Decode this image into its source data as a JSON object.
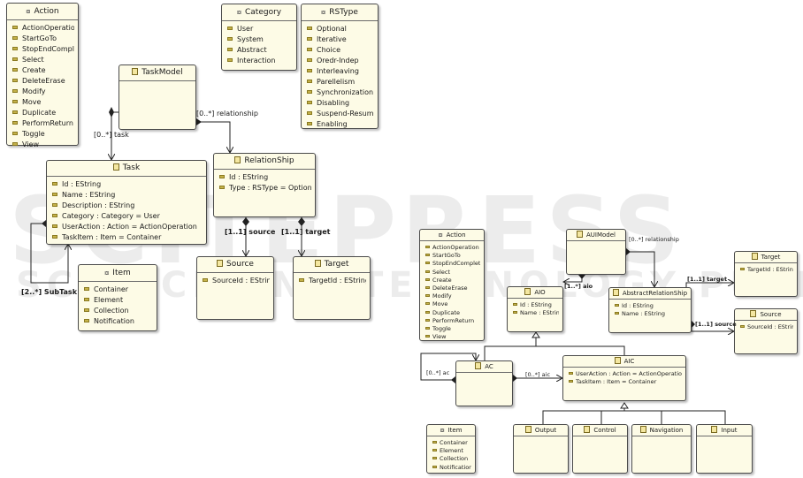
{
  "left": {
    "action": {
      "name": "Action",
      "literals": [
        "ActionOperation",
        "StartGoTo",
        "StopEndComplete",
        "Select",
        "Create",
        "DeleteErase",
        "Modify",
        "Move",
        "Duplicate",
        "PerformReturn",
        "Toggle",
        "View"
      ]
    },
    "category": {
      "name": "Category",
      "literals": [
        "User",
        "System",
        "Abstract",
        "Interaction"
      ]
    },
    "rstype": {
      "name": "RSType",
      "literals": [
        "Optional",
        "Iterative",
        "Choice",
        "Oredr-Indep",
        "Interleaving",
        "Parellelism",
        "Synchronization",
        "Disabling",
        "Suspend-Resume",
        "Enabling"
      ]
    },
    "taskmodel": {
      "name": "TaskModel"
    },
    "task": {
      "name": "Task",
      "attrs": [
        "Id : EString",
        "Name : EString",
        "Description : EString",
        "Category : Category = User",
        "UserAction : Action = ActionOperation",
        "TaskItem : Item = Container"
      ]
    },
    "relationship": {
      "name": "RelationShip",
      "attrs": [
        "Id : EString",
        "Type : RSType = Optional"
      ]
    },
    "item": {
      "name": "Item",
      "literals": [
        "Container",
        "Element",
        "Collection",
        "Notification"
      ]
    },
    "source": {
      "name": "Source",
      "attrs": [
        "SourceId : EString"
      ]
    },
    "target": {
      "name": "Target",
      "attrs": [
        "TargetId : EString"
      ]
    },
    "labels": {
      "task": "[0..*] task",
      "relationship": "[0..*] relationship",
      "subtask": "[2..*] SubTask",
      "source": "[1..1] source",
      "target": "[1..1] target"
    }
  },
  "right": {
    "action": {
      "name": "Action",
      "literals": [
        "ActionOperation",
        "StartGoTo",
        "StopEndComplete",
        "Select",
        "Create",
        "DeleteErase",
        "Modify",
        "Move",
        "Duplicate",
        "PerformReturn",
        "Toggle",
        "View"
      ]
    },
    "auimodel": {
      "name": "AUIModel"
    },
    "aio": {
      "name": "AIO",
      "attrs": [
        "Id : EString",
        "Name : EString"
      ]
    },
    "absrel": {
      "name": "AbstractRelationShip",
      "attrs": [
        "Id : EString",
        "Name : EString"
      ]
    },
    "target": {
      "name": "Target",
      "attrs": [
        "TargetId : EString"
      ]
    },
    "source": {
      "name": "Source",
      "attrs": [
        "SourceId : EString"
      ]
    },
    "ac": {
      "name": "AC"
    },
    "aic": {
      "name": "AIC",
      "attrs": [
        "UserAction : Action = ActionOperation",
        "TaskItem : Item = Container"
      ]
    },
    "item": {
      "name": "Item",
      "literals": [
        "Container",
        "Element",
        "Collection",
        "Notification"
      ]
    },
    "output": {
      "name": "Output"
    },
    "control": {
      "name": "Control"
    },
    "navigation": {
      "name": "Navigation"
    },
    "input": {
      "name": "Input"
    },
    "labels": {
      "relationship": "[0..*] relationship",
      "aio": "[1..*] aio",
      "target": "[1..1] target",
      "source": "[1..1] source",
      "ac": "[0..*] ac",
      "aic": "[0..*] aic"
    }
  },
  "watermark": {
    "line1": "SCITEPRESS",
    "line2": "SCIENCE AND TECHNOLOGY PUBLICATIONS"
  }
}
